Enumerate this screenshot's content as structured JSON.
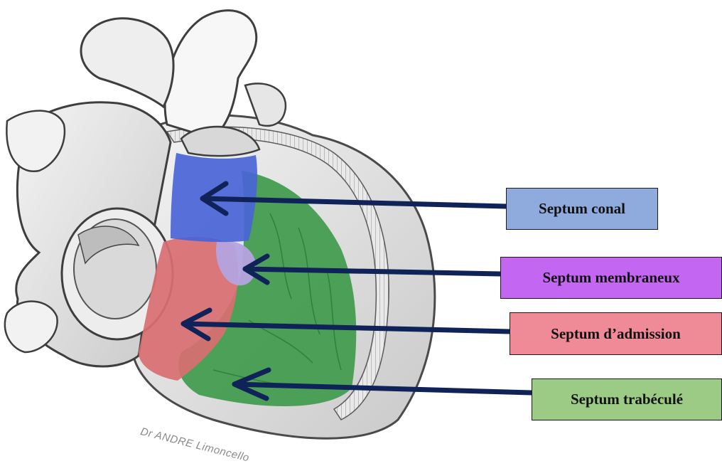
{
  "labels": {
    "conal": "Septum conal",
    "membraneux": "Septum membraneux",
    "admission": "Septum d’admission",
    "trabecule": "Septum trabéculé"
  },
  "watermark": "Dr ANDRE Limoncello",
  "colors": {
    "conal": "#8faadc",
    "membraneux": "#c366f2",
    "admission": "#ef8a97",
    "trabecule": "#9ccb86",
    "arrow": "#0f2358",
    "region_conal": "#4a64d6",
    "region_membraneux": "#b4a3e0",
    "region_admission": "#d96e72",
    "region_trabecule": "#3f9a4c"
  }
}
